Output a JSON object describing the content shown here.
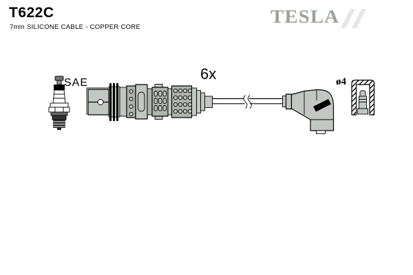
{
  "header": {
    "part_number": "T622C",
    "description": "7mm SILICONE CABLE - COPPER CORE",
    "brand": "TESLA"
  },
  "diagram": {
    "terminal_label": "SAE",
    "quantity_label": "6x",
    "diameter_label": "ø4",
    "depicts": "ignition cable set: SAE spark plug, 6x straight coil-end connector with cable, right-angle spark plug boot, terminal cap cross-section"
  },
  "colors": {
    "background": "#ffffff",
    "line": "#000000",
    "part_fill": "#c3c7c3",
    "part_fill_dark": "#aeb4ae",
    "brand_gray": "#9ba29b",
    "brand_faint": "#e4e7e4"
  }
}
